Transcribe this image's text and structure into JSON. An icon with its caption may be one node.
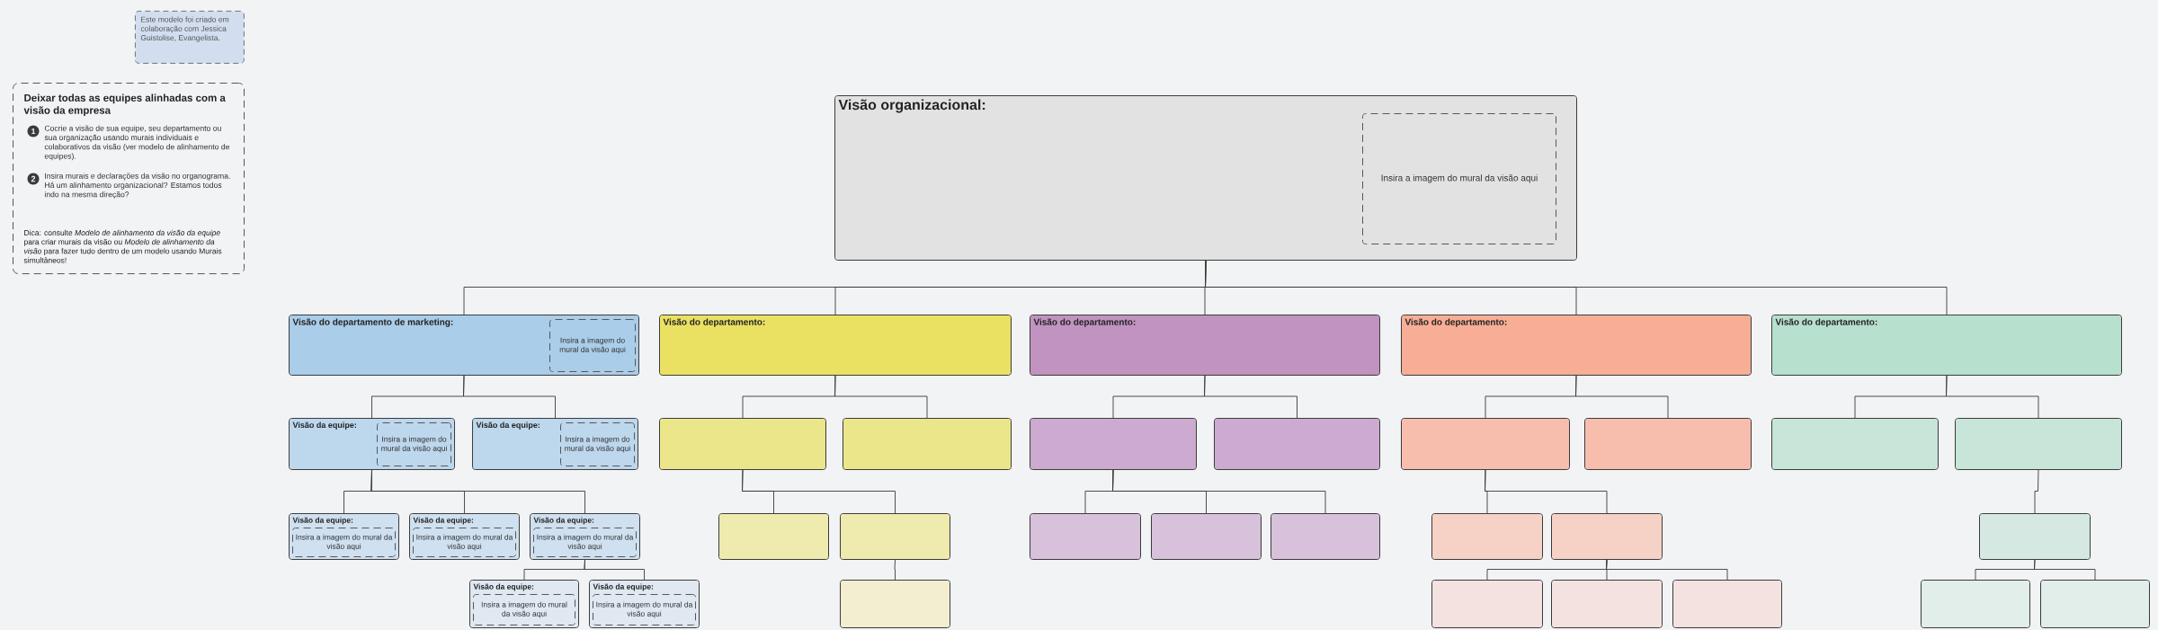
{
  "diagram": {
    "nodes": [
      {
        "text": [
          "Este modelo foi criado em colaboração com Jessica Guistolise, Evangelista."
        ]
      },
      {
        "text": [
          "Deixar todas as equipes alinhadas com a visão da empresa",
          "Dica: consulte *Modelo de alinhamento da visão da equipe* para criar murais da visão ou *Modelo de alinhamento da visão* para fazer tudo dentro de um modelo usando Murais simultâneos!"
        ]
      },
      {
        "text": [
          "1"
        ],
        "in": 1,
        "beside": [
          "Cocrie a visão de sua equipe, seu departamento ou sua organização usando murais individuais e colaborativos da visão (ver modelo de alinhamento de equipes)."
        ]
      },
      {
        "text": [
          "2"
        ],
        "in": 1,
        "beside": [
          "Insira murais e declarações da visão no organograma. Há um alinhamento organizacional? Estamos todos indo na mesma direção?"
        ]
      },
      {
        "text": [
          "Visão organizacional:"
        ]
      },
      {
        "text": [
          "Insira a imagem do mural da visão aqui"
        ],
        "in": 4
      },
      {
        "text": [
          "Visão do departamento de marketing:"
        ]
      },
      {
        "text": [
          "Insira a imagem do mural da visão aqui"
        ],
        "in": 6
      },
      {
        "text": [
          "Visão do departamento:"
        ]
      },
      {
        "text": [
          "Visão do departamento:"
        ]
      },
      {
        "text": [
          "Visão do departamento:"
        ]
      },
      {
        "text": [
          "Visão do departamento:"
        ]
      },
      {
        "text": [
          "Visão da equipe:"
        ]
      },
      {
        "text": [
          "Insira a imagem do mural da visão aqui"
        ],
        "in": 12
      },
      {
        "text": [
          "Visão da equipe:"
        ]
      },
      {
        "text": [
          "Insira a imagem do mural da visão aqui"
        ],
        "in": 14
      },
      {
        "text": [],
        "shape": "box"
      },
      {
        "text": [],
        "shape": "box"
      },
      {
        "text": [],
        "shape": "box"
      },
      {
        "text": [],
        "shape": "box"
      },
      {
        "text": [],
        "shape": "box"
      },
      {
        "text": [],
        "shape": "box"
      },
      {
        "text": [],
        "shape": "box"
      },
      {
        "text": [],
        "shape": "box"
      },
      {
        "text": [
          "Visão da equipe:"
        ]
      },
      {
        "text": [
          "Insira a imagem do mural da visão aqui"
        ],
        "in": 24
      },
      {
        "text": [
          "Visão da equipe:"
        ]
      },
      {
        "text": [
          "Insira a imagem do mural da visão aqui"
        ],
        "in": 26
      },
      {
        "text": [
          "Visão da equipe:"
        ]
      },
      {
        "text": [
          "Insira a imagem do mural da visão aqui"
        ],
        "in": 28
      },
      {
        "text": [],
        "shape": "box"
      },
      {
        "text": [],
        "shape": "box"
      },
      {
        "text": [],
        "shape": "box"
      },
      {
        "text": [],
        "shape": "box"
      },
      {
        "text": [],
        "shape": "box"
      },
      {
        "text": [],
        "shape": "box"
      },
      {
        "text": [],
        "shape": "box"
      },
      {
        "text": [],
        "shape": "box"
      },
      {
        "text": [
          "Visão da equipe:"
        ]
      },
      {
        "text": [
          "Insira a imagem do mural da visão aqui"
        ],
        "in": 38
      },
      {
        "text": [
          "Visão da equipe:"
        ]
      },
      {
        "text": [
          "Insira a imagem do mural da visão aqui"
        ],
        "in": 40
      },
      {
        "text": [],
        "shape": "box"
      },
      {
        "text": [],
        "shape": "box"
      },
      {
        "text": [],
        "shape": "box"
      },
      {
        "text": [],
        "shape": "box"
      },
      {
        "text": [],
        "shape": "box"
      },
      {
        "text": [],
        "shape": "box"
      }
    ],
    "edges": [
      {
        "from": 4,
        "to": 6,
        "arrow": "none"
      },
      {
        "from": 4,
        "to": 8,
        "arrow": "none"
      },
      {
        "from": 4,
        "to": 9,
        "arrow": "none"
      },
      {
        "from": 4,
        "to": 10,
        "arrow": "none"
      },
      {
        "from": 4,
        "to": 11,
        "arrow": "none"
      },
      {
        "from": 6,
        "to": 12,
        "arrow": "none"
      },
      {
        "from": 6,
        "to": 14,
        "arrow": "none"
      },
      {
        "from": 8,
        "to": 16,
        "arrow": "none"
      },
      {
        "from": 8,
        "to": 17,
        "arrow": "none"
      },
      {
        "from": 9,
        "to": 18,
        "arrow": "none"
      },
      {
        "from": 9,
        "to": 19,
        "arrow": "none"
      },
      {
        "from": 10,
        "to": 20,
        "arrow": "none"
      },
      {
        "from": 10,
        "to": 21,
        "arrow": "none"
      },
      {
        "from": 11,
        "to": 22,
        "arrow": "none"
      },
      {
        "from": 11,
        "to": 23,
        "arrow": "none"
      },
      {
        "from": 12,
        "to": 24,
        "arrow": "none"
      },
      {
        "from": 12,
        "to": 26,
        "arrow": "none"
      },
      {
        "from": 12,
        "to": 28,
        "arrow": "none"
      },
      {
        "from": 16,
        "to": 30,
        "arrow": "none"
      },
      {
        "from": 16,
        "to": 31,
        "arrow": "none"
      },
      {
        "from": 18,
        "to": 32,
        "arrow": "none"
      },
      {
        "from": 18,
        "to": 33,
        "arrow": "none"
      },
      {
        "from": 18,
        "to": 34,
        "arrow": "none"
      },
      {
        "from": 20,
        "to": 35,
        "arrow": "none"
      },
      {
        "from": 20,
        "to": 36,
        "arrow": "none"
      },
      {
        "from": 23,
        "to": 37,
        "arrow": "none"
      },
      {
        "from": 28,
        "to": 38,
        "arrow": "none"
      },
      {
        "from": 28,
        "to": 40,
        "arrow": "none"
      },
      {
        "from": 31,
        "to": 42,
        "arrow": "none"
      },
      {
        "from": 36,
        "to": 43,
        "arrow": "none"
      },
      {
        "from": 36,
        "to": 44,
        "arrow": "none"
      },
      {
        "from": 36,
        "to": 45,
        "arrow": "none"
      },
      {
        "from": 37,
        "to": 46,
        "arrow": "none"
      },
      {
        "from": 37,
        "to": 47,
        "arrow": "none"
      }
    ]
  }
}
